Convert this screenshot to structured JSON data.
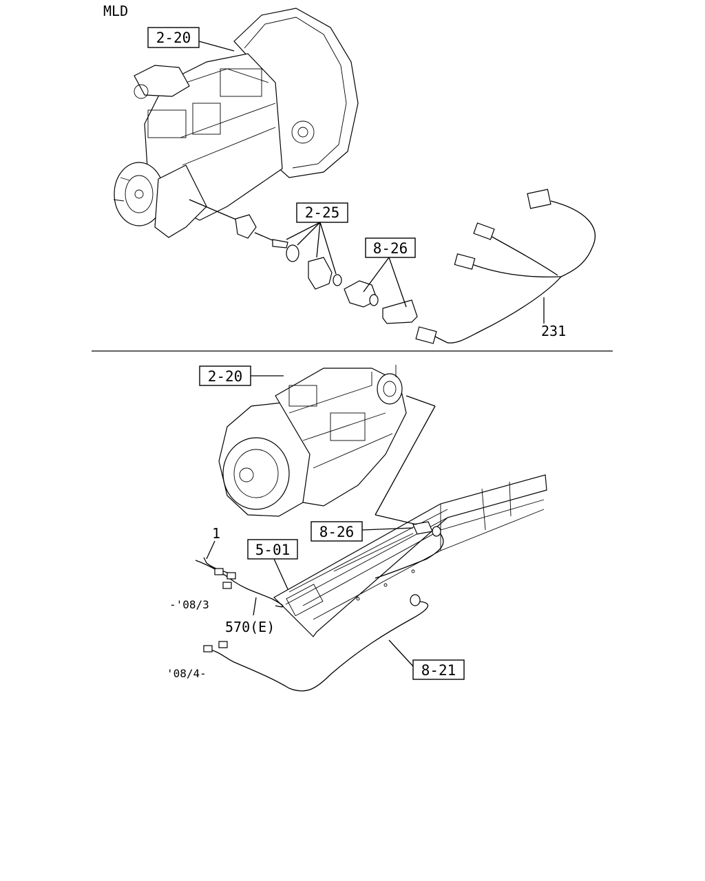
{
  "header": {
    "model_code": "MLD"
  },
  "upper_diagram": {
    "callouts": {
      "transmission": "2-20",
      "speedometer_driven_parts": "2-25",
      "speed_sensor": "8-26"
    },
    "labels": {
      "harness": "231"
    }
  },
  "lower_diagram": {
    "callouts": {
      "transmission": "2-20",
      "speed_sensor": "8-26",
      "frame": "5-01",
      "harness": "8-21"
    },
    "labels": {
      "item_1": "1",
      "harness_570": "570(E)",
      "serial_before": "-'08/3",
      "serial_after": "'08/4-"
    }
  }
}
